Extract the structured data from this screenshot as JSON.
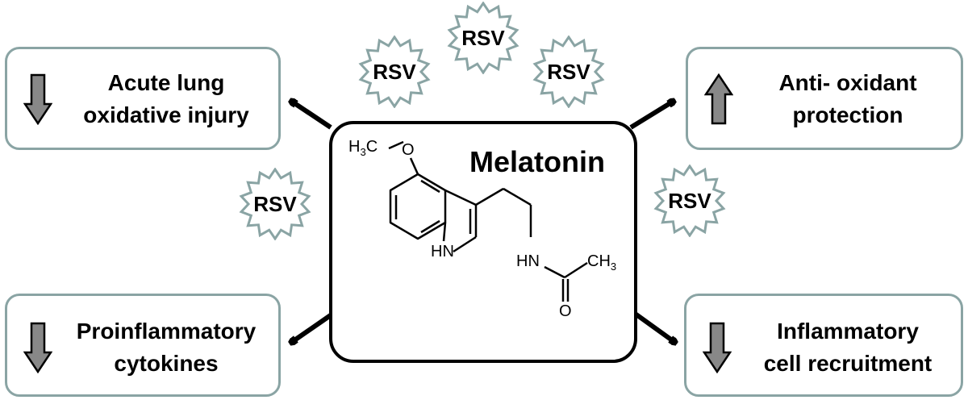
{
  "center": {
    "title": "Melatonin",
    "molecule": {
      "h3c": "H",
      "h3c_sub": "3",
      "h3c_c": "C",
      "oxygen": "O",
      "hn_ring": "HN",
      "hn_chain": "HN",
      "ch3": "CH",
      "ch3_sub": "3",
      "carbonyl_o": "O"
    }
  },
  "effects": [
    {
      "id": "top-left",
      "label": "Acute lung\noxidative injury",
      "direction": "down"
    },
    {
      "id": "top-right",
      "label": "Anti- oxidant\nprotection",
      "direction": "up"
    },
    {
      "id": "bottom-left",
      "label": "Proinflammatory\ncytokines",
      "direction": "down"
    },
    {
      "id": "bottom-right",
      "label": "Inflammatory\ncell recruitment",
      "direction": "down"
    }
  ],
  "virus_label": "RSV",
  "colors": {
    "box_border": "#8aa4a4",
    "arrow_fill": "#888888",
    "star_stroke": "#8aa4a4"
  }
}
